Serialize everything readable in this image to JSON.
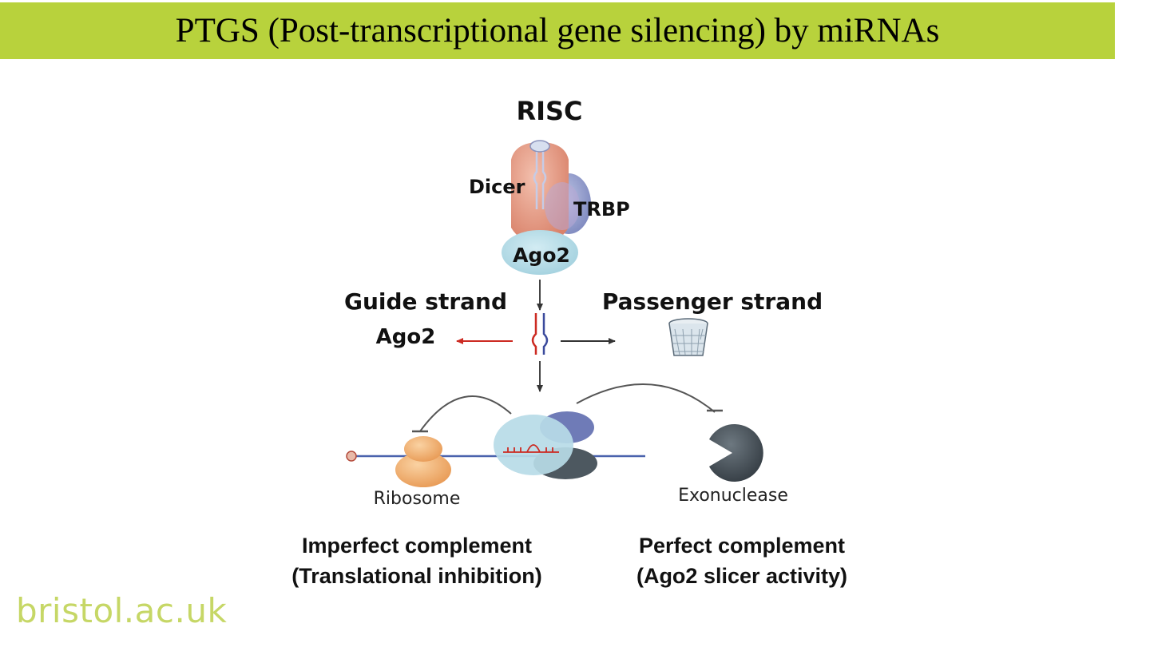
{
  "slide": {
    "title": "PTGS (Post-transcriptional gene silencing) by miRNAs",
    "footer": "bristol.ac.uk"
  },
  "diagram": {
    "risc_label": "RISC",
    "dicer_label": "Dicer",
    "trbp_label": "TRBP",
    "ago2_complex_label": "Ago2",
    "guide_strand_label": "Guide strand",
    "guide_ago2_label": "Ago2",
    "passenger_strand_label": "Passenger strand",
    "ribosome_label": "Ribosome",
    "exonuclease_label": "Exonuclease",
    "imperfect": {
      "line1": "Imperfect complement",
      "line2": "(Translational inhibition)"
    },
    "perfect": {
      "line1": "Perfect complement",
      "line2": "(Ago2 slicer activity)"
    }
  },
  "colors": {
    "title_bar": "#b8d23c",
    "footer_brand": "#c6d766",
    "guide_arrow": "#cc2a22",
    "dicer": "#e2907a",
    "trbp": "#8d97c8",
    "ago2": "#b4dbe6",
    "ribosome": "#f0b070",
    "exonuclease": "#4a545c"
  }
}
